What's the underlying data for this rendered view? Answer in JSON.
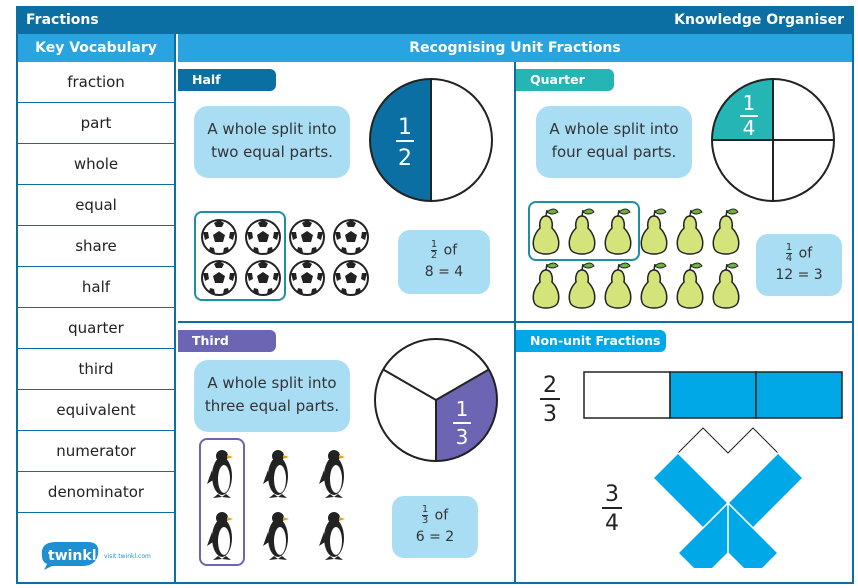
{
  "header": {
    "title": "Fractions",
    "subtitle": "Knowledge Organiser"
  },
  "vocab": {
    "heading": "Key Vocabulary",
    "items": [
      "fraction",
      "part",
      "whole",
      "equal",
      "share",
      "half",
      "quarter",
      "third",
      "equivalent",
      "numerator",
      "denominator"
    ]
  },
  "main": {
    "heading": "Recognising Unit Fractions"
  },
  "half": {
    "tab": "Half",
    "text_line1": "A whole split into",
    "text_line2": "two equal parts.",
    "num": "1",
    "den": "2",
    "example_num": "1",
    "example_den": "2",
    "example_of": "of",
    "example_eq": "8 = 4"
  },
  "quarter": {
    "tab": "Quarter",
    "text_line1": "A whole split into",
    "text_line2": "four equal parts.",
    "num": "1",
    "den": "4",
    "example_num": "1",
    "example_den": "4",
    "example_of": "of",
    "example_eq": "12 = 3"
  },
  "third": {
    "tab": "Third",
    "text_line1": "A whole split into",
    "text_line2": "three equal parts.",
    "num": "1",
    "den": "3",
    "example_num": "1",
    "example_den": "3",
    "example_of": "of",
    "example_eq": "6 = 2"
  },
  "nonunit": {
    "tab": "Non-unit Fractions",
    "f1_num": "2",
    "f1_den": "3",
    "f2_num": "3",
    "f2_den": "4"
  },
  "logo": {
    "brand": "twinkl",
    "url": "visit twinkl.com"
  },
  "colors": {
    "dark_blue": "#0b6fa4",
    "header_blue": "#2aa4e0",
    "bubble": "#a9ddf4",
    "half": "#0b6fa4",
    "quarter": "#26b5b5",
    "third": "#6b65b4",
    "nonunit": "#00a8e8"
  }
}
